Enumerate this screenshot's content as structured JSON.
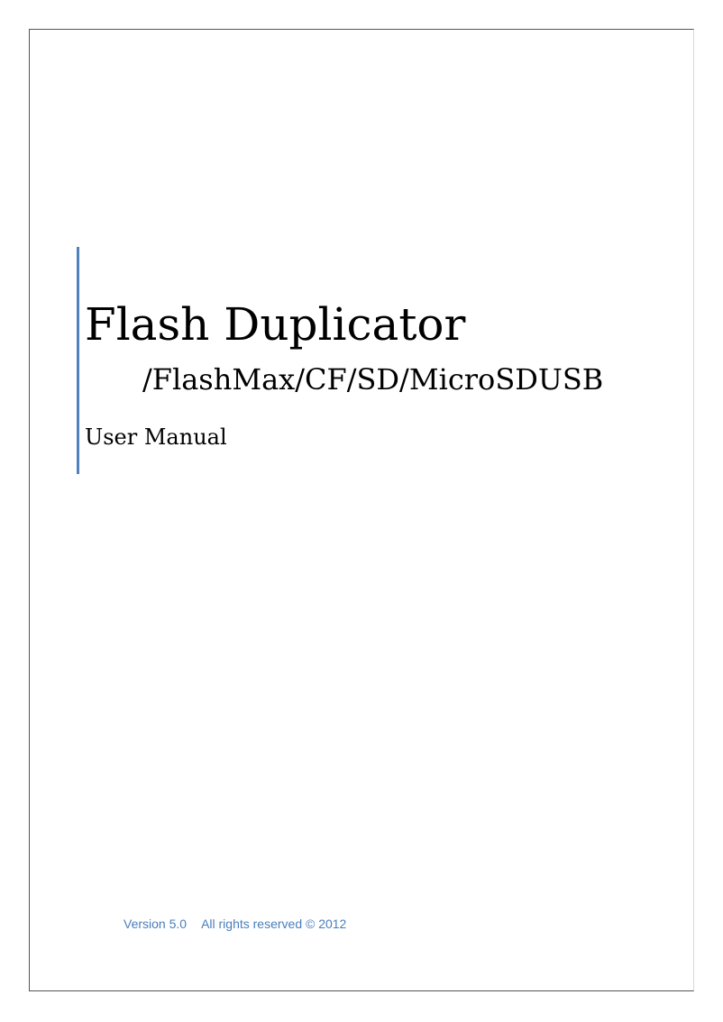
{
  "cover": {
    "title": "Flash Duplicator",
    "subtitle": "/FlashMax/CF/SD/MicroSDUSB",
    "doc_type": "User Manual"
  },
  "footer": {
    "version": "Version 5.0",
    "copyright": "All rights reserved © 2012"
  },
  "colors": {
    "accent": "#4f81bd",
    "footer_text": "#4a7ebb"
  }
}
